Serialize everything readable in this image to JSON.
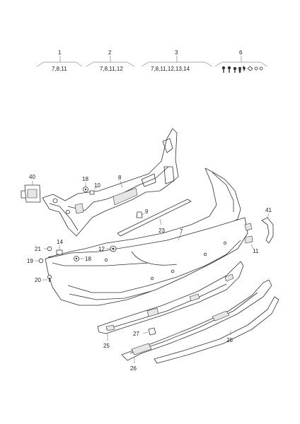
{
  "groups": [
    {
      "number": "1",
      "refs": "7,8,11"
    },
    {
      "number": "2",
      "refs": "7,8,11,12"
    },
    {
      "number": "3",
      "refs": "7,8,11,12,13,14"
    },
    {
      "number": "6",
      "refs": ""
    }
  ],
  "callouts": {
    "p7": "7",
    "p8": "8",
    "p9": "9",
    "p10": "10",
    "p11": "11",
    "p12": "12",
    "p14": "14",
    "p18a": "18",
    "p18b": "18",
    "p19": "19",
    "p20": "20",
    "p21": "21",
    "p23": "23",
    "p25": "25",
    "p26": "26",
    "p27": "27",
    "p28": "28",
    "p40": "40",
    "p41": "41"
  }
}
